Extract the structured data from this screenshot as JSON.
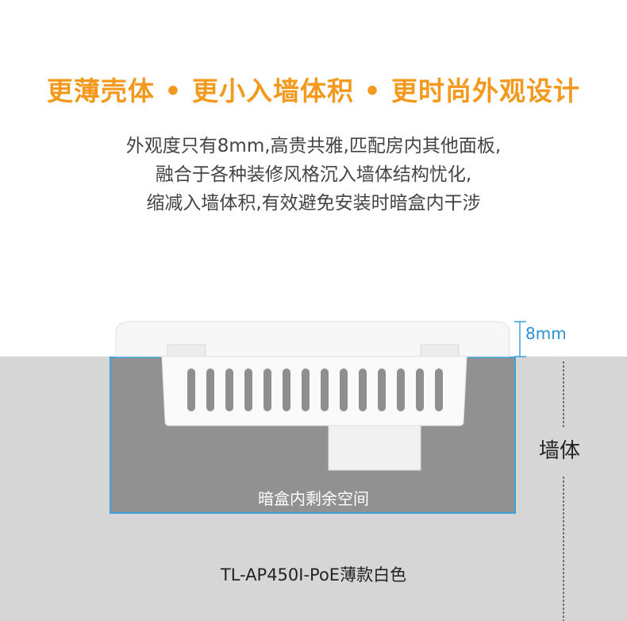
{
  "headline": "更薄壳体 • 更小入墙体积 • 更时尚外观设计",
  "description": [
    "外观度只有8mm,高贵共雅,匹配房内其他面板,",
    "融合于各种装修风格沉入墙体结构忧化,",
    "缩减入墙体积,有效避免安装时暗盒内干涉"
  ],
  "diagram": {
    "thickness_label": "8mm",
    "wall_label": "墙体",
    "box_label": "暗盒内剩余空间",
    "model_caption": "TL-AP450I-PoE薄款白色"
  },
  "colors": {
    "headline": "#f39a1e",
    "accent_blue": "#3ea0d8",
    "wall": "#d6d6d6",
    "box_fill": "#919191"
  }
}
